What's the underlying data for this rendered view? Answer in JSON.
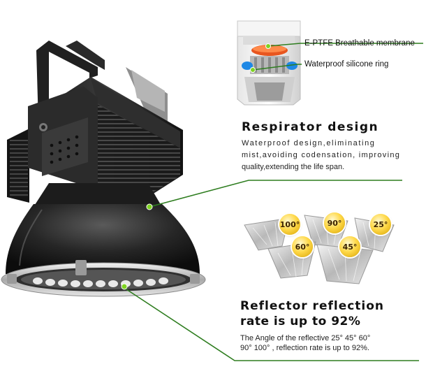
{
  "callouts": {
    "membrane_label": "E-PTFE Breathable membrane",
    "ring_label": "Waterproof silicone ring"
  },
  "respirator": {
    "title": "Respirator design",
    "line1": "Waterproof design,eliminating",
    "line2": "mist,avoiding codensation, improving",
    "line3": "quality,extending the life span."
  },
  "reflector": {
    "title_line1": "Reflector  reflection",
    "title_line2": "rate is up to 92%",
    "line1": "The Angle of the reflective 25° 45° 60°",
    "line2": "90° 100° , reflection rate is up to 92%."
  },
  "reflector_angles": [
    "100°",
    "90°",
    "25°",
    "60°",
    "45°"
  ],
  "colors": {
    "leader_line": "#2e7d1f",
    "leader_dot": "#7ed321",
    "badge": "#ffd94a",
    "housing": "#1c1c1c"
  }
}
